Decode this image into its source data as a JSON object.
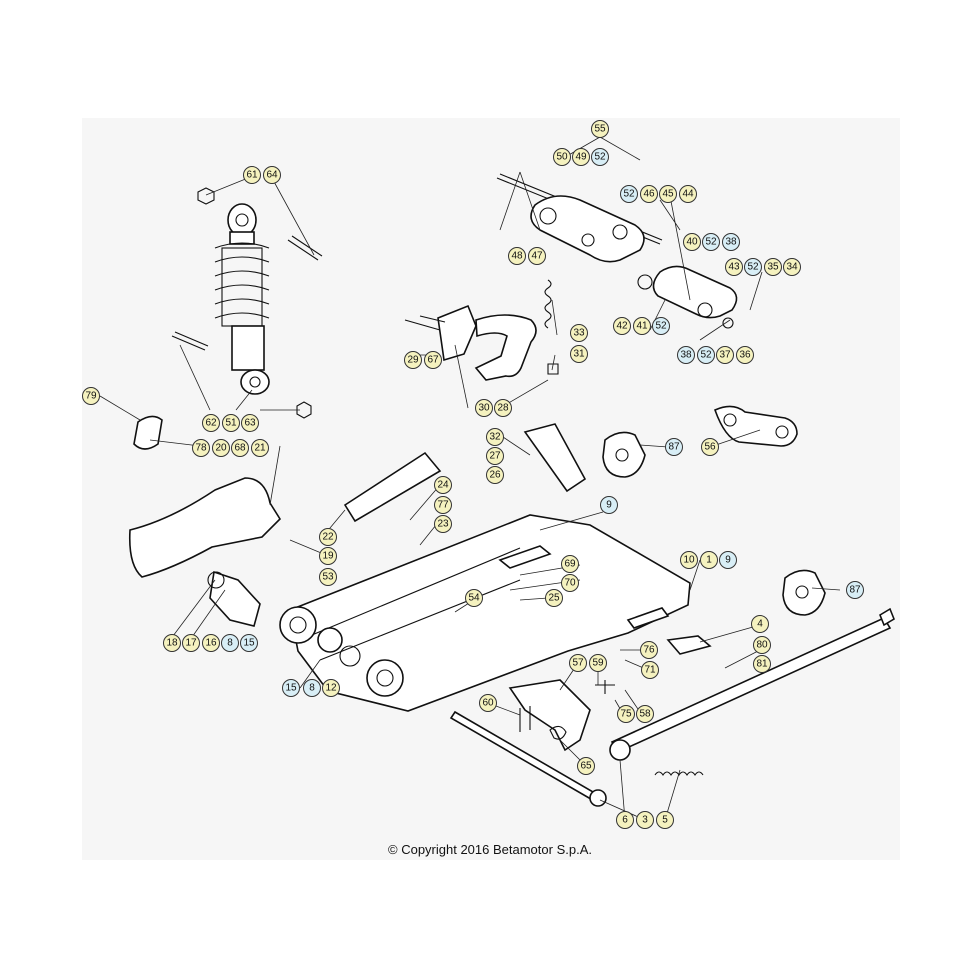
{
  "colors": {
    "yellow": "#f5f2bf",
    "blue": "#d8eef6"
  },
  "copyright": "© Copyright 2016 Betamotor S.p.A.",
  "callouts": [
    {
      "label": "55",
      "c": "y"
    },
    {
      "label": "50",
      "c": "y"
    },
    {
      "label": "49",
      "c": "y"
    },
    {
      "label": "52",
      "c": "b"
    },
    {
      "label": "52",
      "c": "b"
    },
    {
      "label": "46",
      "c": "y"
    },
    {
      "label": "45",
      "c": "y"
    },
    {
      "label": "44",
      "c": "y"
    },
    {
      "label": "61",
      "c": "y"
    },
    {
      "label": "64",
      "c": "y"
    },
    {
      "label": "48",
      "c": "y"
    },
    {
      "label": "47",
      "c": "y"
    },
    {
      "label": "40",
      "c": "y"
    },
    {
      "label": "52",
      "c": "b"
    },
    {
      "label": "38",
      "c": "b"
    },
    {
      "label": "43",
      "c": "y"
    },
    {
      "label": "52",
      "c": "b"
    },
    {
      "label": "35",
      "c": "y"
    },
    {
      "label": "34",
      "c": "y"
    },
    {
      "label": "42",
      "c": "y"
    },
    {
      "label": "41",
      "c": "y"
    },
    {
      "label": "52",
      "c": "b"
    },
    {
      "label": "38",
      "c": "b"
    },
    {
      "label": "52",
      "c": "b"
    },
    {
      "label": "37",
      "c": "y"
    },
    {
      "label": "36",
      "c": "y"
    },
    {
      "label": "33",
      "c": "y"
    },
    {
      "label": "31",
      "c": "y"
    },
    {
      "label": "29",
      "c": "y"
    },
    {
      "label": "67",
      "c": "y"
    },
    {
      "label": "79",
      "c": "y"
    },
    {
      "label": "62",
      "c": "y"
    },
    {
      "label": "51",
      "c": "y"
    },
    {
      "label": "63",
      "c": "y"
    },
    {
      "label": "30",
      "c": "y"
    },
    {
      "label": "28",
      "c": "y"
    },
    {
      "label": "32",
      "c": "y"
    },
    {
      "label": "27",
      "c": "y"
    },
    {
      "label": "26",
      "c": "y"
    },
    {
      "label": "78",
      "c": "y"
    },
    {
      "label": "20",
      "c": "y"
    },
    {
      "label": "68",
      "c": "y"
    },
    {
      "label": "21",
      "c": "y"
    },
    {
      "label": "87",
      "c": "b"
    },
    {
      "label": "56",
      "c": "y"
    },
    {
      "label": "24",
      "c": "y"
    },
    {
      "label": "77",
      "c": "y"
    },
    {
      "label": "23",
      "c": "y"
    },
    {
      "label": "9",
      "c": "b"
    },
    {
      "label": "22",
      "c": "y"
    },
    {
      "label": "19",
      "c": "y"
    },
    {
      "label": "53",
      "c": "y"
    },
    {
      "label": "69",
      "c": "y"
    },
    {
      "label": "70",
      "c": "y"
    },
    {
      "label": "10",
      "c": "y"
    },
    {
      "label": "1",
      "c": "y"
    },
    {
      "label": "9",
      "c": "b"
    },
    {
      "label": "87",
      "c": "b"
    },
    {
      "label": "54",
      "c": "y"
    },
    {
      "label": "25",
      "c": "y"
    },
    {
      "label": "18",
      "c": "y"
    },
    {
      "label": "17",
      "c": "y"
    },
    {
      "label": "16",
      "c": "y"
    },
    {
      "label": "8",
      "c": "b"
    },
    {
      "label": "15",
      "c": "b"
    },
    {
      "label": "4",
      "c": "y"
    },
    {
      "label": "76",
      "c": "y"
    },
    {
      "label": "71",
      "c": "y"
    },
    {
      "label": "80",
      "c": "y"
    },
    {
      "label": "81",
      "c": "y"
    },
    {
      "label": "57",
      "c": "y"
    },
    {
      "label": "59",
      "c": "y"
    },
    {
      "label": "15",
      "c": "b"
    },
    {
      "label": "8",
      "c": "b"
    },
    {
      "label": "12",
      "c": "y"
    },
    {
      "label": "60",
      "c": "y"
    },
    {
      "label": "75",
      "c": "y"
    },
    {
      "label": "58",
      "c": "y"
    },
    {
      "label": "65",
      "c": "y"
    },
    {
      "label": "6",
      "c": "y"
    },
    {
      "label": "3",
      "c": "y"
    },
    {
      "label": "5",
      "c": "y"
    }
  ]
}
